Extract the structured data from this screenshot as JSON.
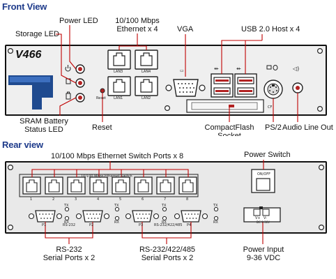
{
  "front": {
    "header": "Front View",
    "model": "V466",
    "labels": {
      "power_led": "Power LED",
      "storage_led": "Storage LED",
      "sram_line1": "SRAM Battery",
      "sram_line2": "Status LED",
      "reset": "Reset",
      "ethernet_line1": "10/100 Mbps",
      "ethernet_line2": "Ethernet x 4",
      "vga": "VGA",
      "usb": "USB 2.0 Host x 4",
      "cf_line1": "CompactFlash",
      "cf_line2": "Socket",
      "ps2": "PS/2",
      "audio": "Audio Line Out"
    },
    "silk": {
      "lan3": "LAN3",
      "lan4": "LAN4",
      "lan1": "LAN1",
      "lan2": "LAN2",
      "reset": "Reset",
      "cf": "CF"
    }
  },
  "rear": {
    "header": "Rear view",
    "labels": {
      "switch_ports": "10/100 Mbps Ethernet Switch Ports x 8",
      "power_switch": "Power Switch",
      "rs232_line1": "RS-232",
      "rs232_line2": "Serial Ports x 2",
      "rs485_line1": "RS-232/422/485",
      "rs485_line2": "Serial Ports x 2",
      "power_input_line1": "Power Input",
      "power_input_line2": "9-36 VDC"
    },
    "silk": {
      "switch_title": "10/100 Mbps Ethernet Switch",
      "port_numbers": [
        "1",
        "2",
        "3",
        "4",
        "5",
        "6",
        "7",
        "8"
      ],
      "p1": "P1",
      "rs232": "RS-232",
      "p2": "P2",
      "p3": "P3",
      "rs485": "RS-232/422/485",
      "p4": "P4",
      "tx": "TX",
      "rx": "RX",
      "onoff": "ON/OFF",
      "vplus": "V+",
      "vminus": "V-",
      "dc": "DC 9-36V"
    }
  }
}
